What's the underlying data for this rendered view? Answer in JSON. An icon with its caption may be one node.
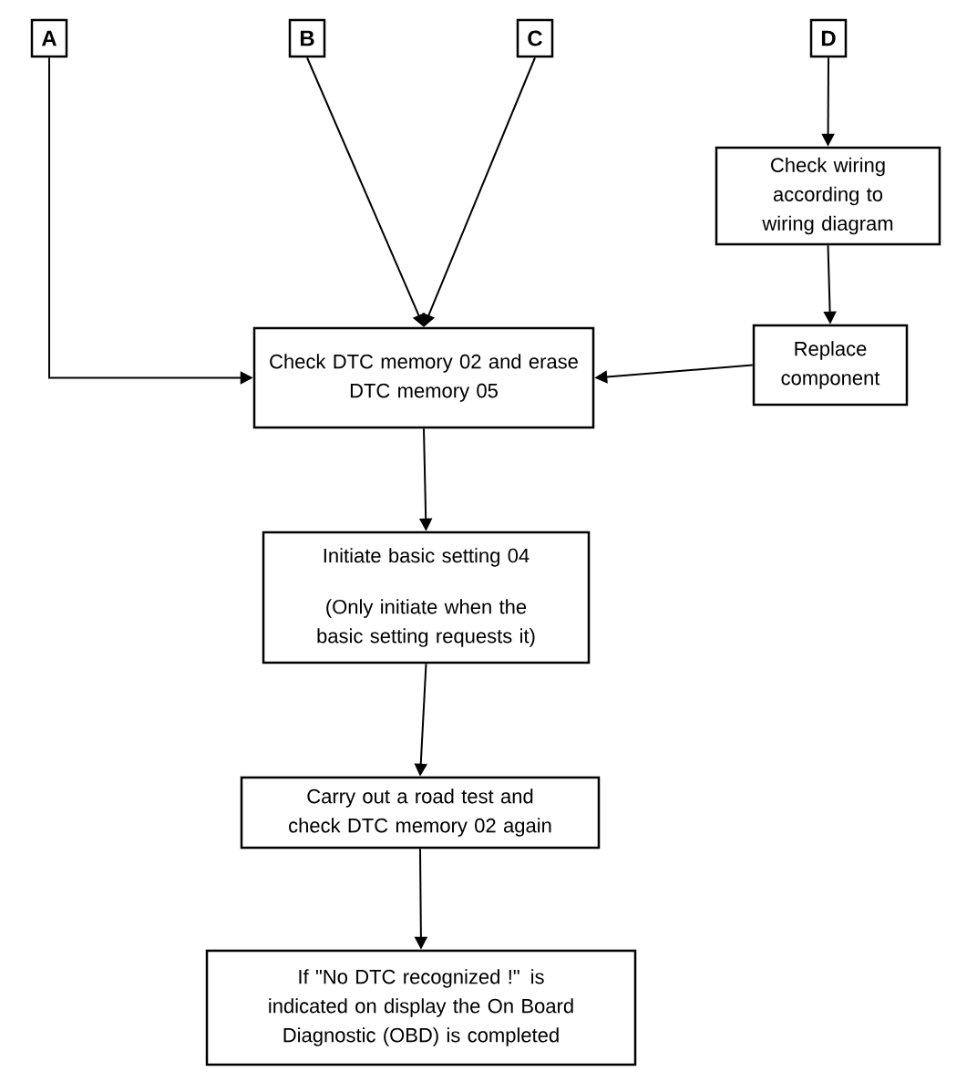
{
  "diagram": {
    "nodes": [
      {
        "text": [
          "A"
        ]
      },
      {
        "text": [
          "B"
        ]
      },
      {
        "text": [
          "C"
        ]
      },
      {
        "text": [
          "D"
        ]
      },
      {
        "text": [
          "Check wiring according to wiring diagram"
        ]
      },
      {
        "text": [
          "Check DTC memory 02 and erase",
          "DTC memory 05"
        ]
      },
      {
        "text": [
          "Replace component"
        ]
      },
      {
        "text": [
          "Initiate basic setting 04",
          "(Only initiate when the basic setting requests it)"
        ]
      },
      {
        "text": [
          "Carry out a road test and check DTC memory 02 again"
        ]
      },
      {
        "text": [
          "If \"No DTC recognized !\" is indicated on display the On Board Diagnostic (OBD) is completed"
        ]
      }
    ],
    "edges": [
      {
        "from": 0,
        "to": 5,
        "arrow": "to"
      },
      {
        "from": 1,
        "to": 5,
        "arrow": "to"
      },
      {
        "from": 2,
        "to": 5,
        "arrow": "to"
      },
      {
        "from": 3,
        "to": 4,
        "arrow": "to"
      },
      {
        "from": 4,
        "to": 6,
        "arrow": "to"
      },
      {
        "from": 6,
        "to": 5,
        "arrow": "to"
      },
      {
        "from": 5,
        "to": 7,
        "arrow": "to"
      },
      {
        "from": 7,
        "to": 8,
        "arrow": "to"
      },
      {
        "from": 8,
        "to": 9,
        "arrow": "to"
      }
    ]
  }
}
